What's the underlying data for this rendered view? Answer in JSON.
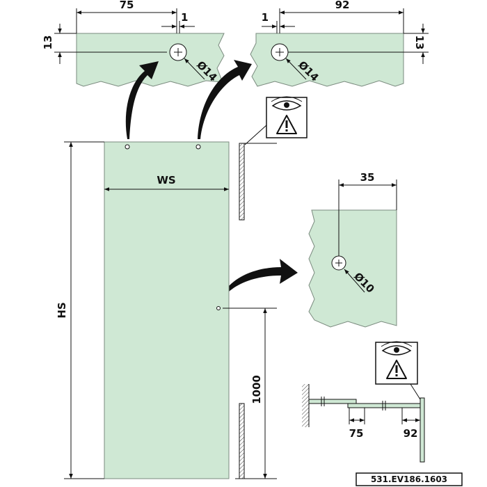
{
  "top_left_detail": {
    "dim_width": "75",
    "dim_gap": "1",
    "dim_height": "13",
    "hole_label": "Ø14"
  },
  "top_right_detail": {
    "dim_width": "92",
    "dim_gap": "1",
    "dim_height": "13",
    "hole_label": "Ø14"
  },
  "side_detail": {
    "dim_width": "35",
    "hole_label": "Ø10"
  },
  "main_panel": {
    "width_label": "WS",
    "height_label": "HS",
    "handle_height": "1000"
  },
  "plan_view": {
    "dim_left": "75",
    "dim_right": "92"
  },
  "drawing_code": "531.EV186.1603",
  "icons": [
    "eye-icon",
    "warning-triangle-icon"
  ]
}
